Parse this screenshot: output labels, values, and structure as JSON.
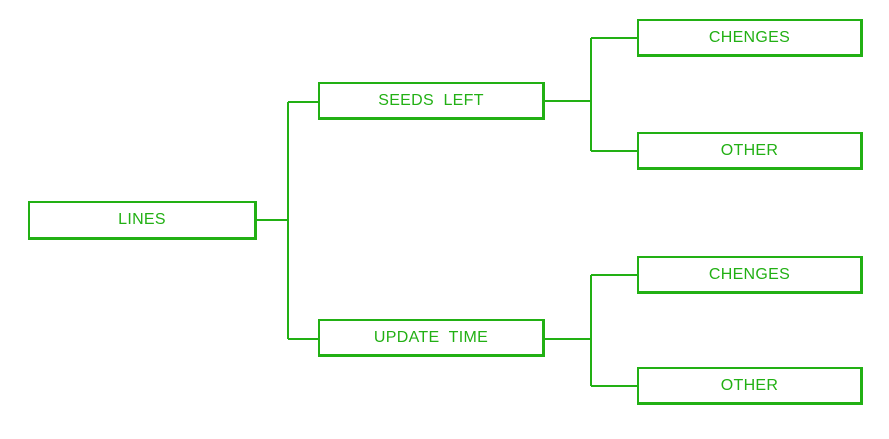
{
  "colors": {
    "accent": "#22b014",
    "background": "#ffffff"
  },
  "tree": {
    "root": "LINES",
    "branches": [
      {
        "label": "SEEDS  LEFT",
        "children": [
          "CHENGES",
          "OTHER"
        ]
      },
      {
        "label": "UPDATE  TIME",
        "children": [
          "CHENGES",
          "OTHER"
        ]
      }
    ]
  }
}
